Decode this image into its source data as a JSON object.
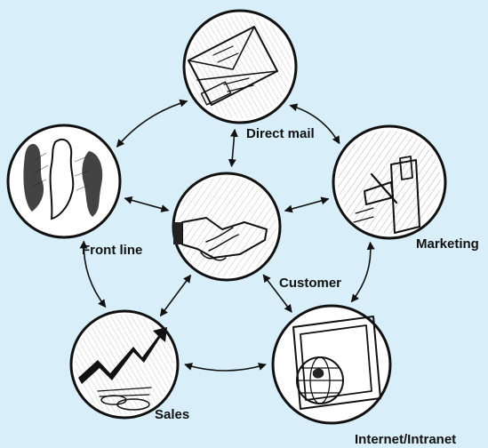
{
  "background": "#d8eef8",
  "ink_color": "#111111",
  "nodes": {
    "direct_mail": {
      "label": "Direct mail",
      "icon": "envelope-icon"
    },
    "marketing": {
      "label": "Marketing",
      "icon": "pencil-hand-icon"
    },
    "front_line": {
      "label": "Front line",
      "icon": "face-profiles-icon"
    },
    "customer": {
      "label": "Customer",
      "icon": "handshake-icon"
    },
    "sales": {
      "label": "Sales",
      "icon": "rising-chart-icon"
    },
    "internet_intranet": {
      "label": "Internet/Intranet",
      "icon": "globe-icon"
    }
  },
  "connections": [
    [
      "direct_mail",
      "marketing"
    ],
    [
      "direct_mail",
      "front_line"
    ],
    [
      "direct_mail",
      "customer"
    ],
    [
      "marketing",
      "customer"
    ],
    [
      "marketing",
      "internet_intranet"
    ],
    [
      "front_line",
      "customer"
    ],
    [
      "front_line",
      "sales"
    ],
    [
      "customer",
      "sales"
    ],
    [
      "customer",
      "internet_intranet"
    ],
    [
      "sales",
      "internet_intranet"
    ]
  ]
}
